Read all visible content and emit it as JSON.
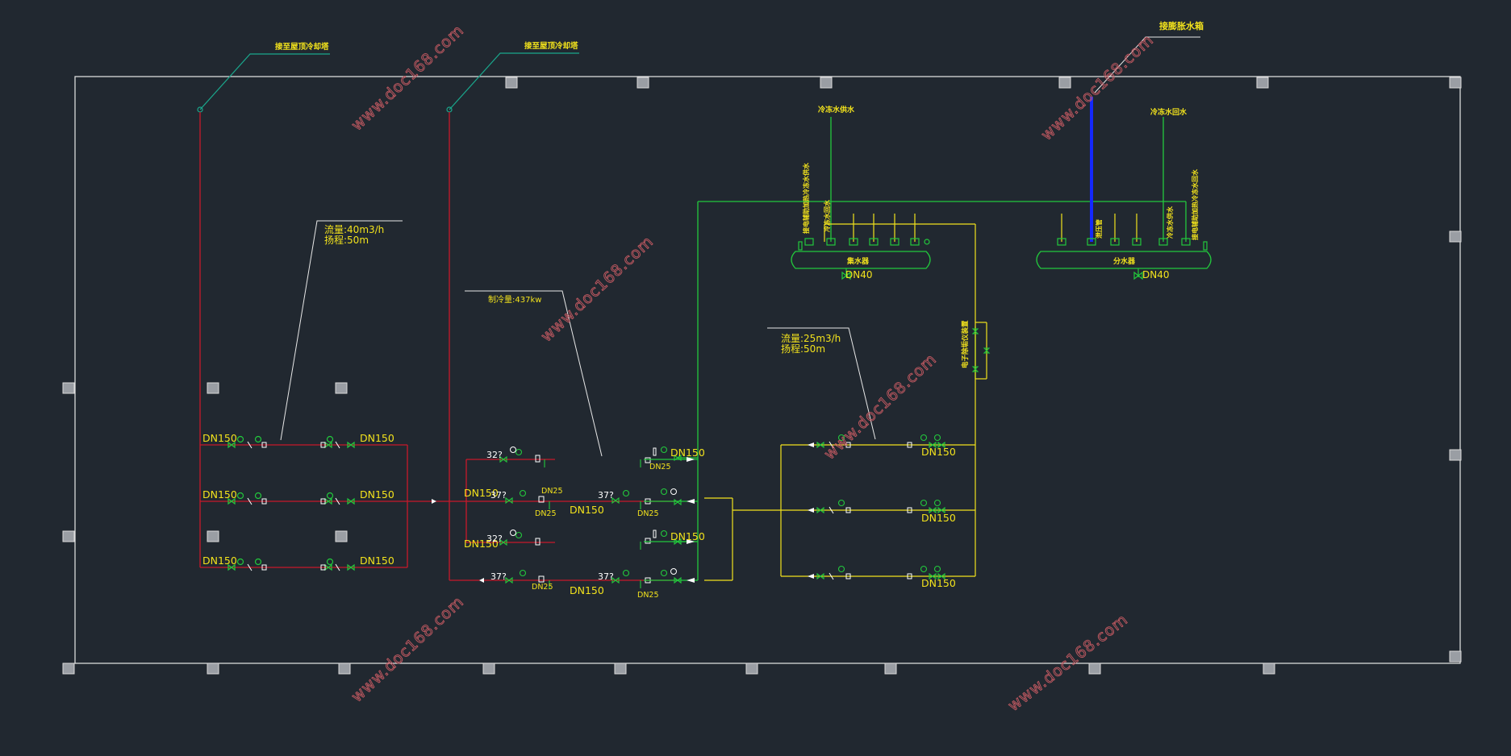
{
  "labels": {
    "dn150": "DN150",
    "dn25": "DN25",
    "dn40": "DN40",
    "p32": "32?",
    "p37": "37?",
    "flow40": "流量:40m3/h",
    "head50a": "扬程:50m",
    "cool437": "制冷量:437kw",
    "flow25": "流量:25m3/h",
    "head50b": "扬程:50m",
    "coolTowerA": "接至屋顶冷却塔",
    "coolTowerB": "接至屋顶冷却塔",
    "expTank": "接膨胀水箱",
    "supplyLabel": "冷冻水供水",
    "returnLabel": "冷冻水回水",
    "collector": "集水器",
    "distributor": "分水器",
    "vlabA": "接电辅助加热冷冻水供水",
    "vlabB": "冷冻水回水",
    "vlabC": "泄压管",
    "vlabD": "冷冻水供水",
    "vlabE": "接电辅助加热冷冻水回水",
    "softener": "电子除垢仪装置"
  },
  "watermark": "www.doc168.com",
  "colors": {
    "background": "#212830",
    "red": "#c8182a",
    "yellow": "#f2e21c",
    "green": "#22c83c",
    "blue": "#1428ff",
    "teal": "#1aa78c",
    "white": "#e8e8e8",
    "watermark": "#c45a62"
  }
}
